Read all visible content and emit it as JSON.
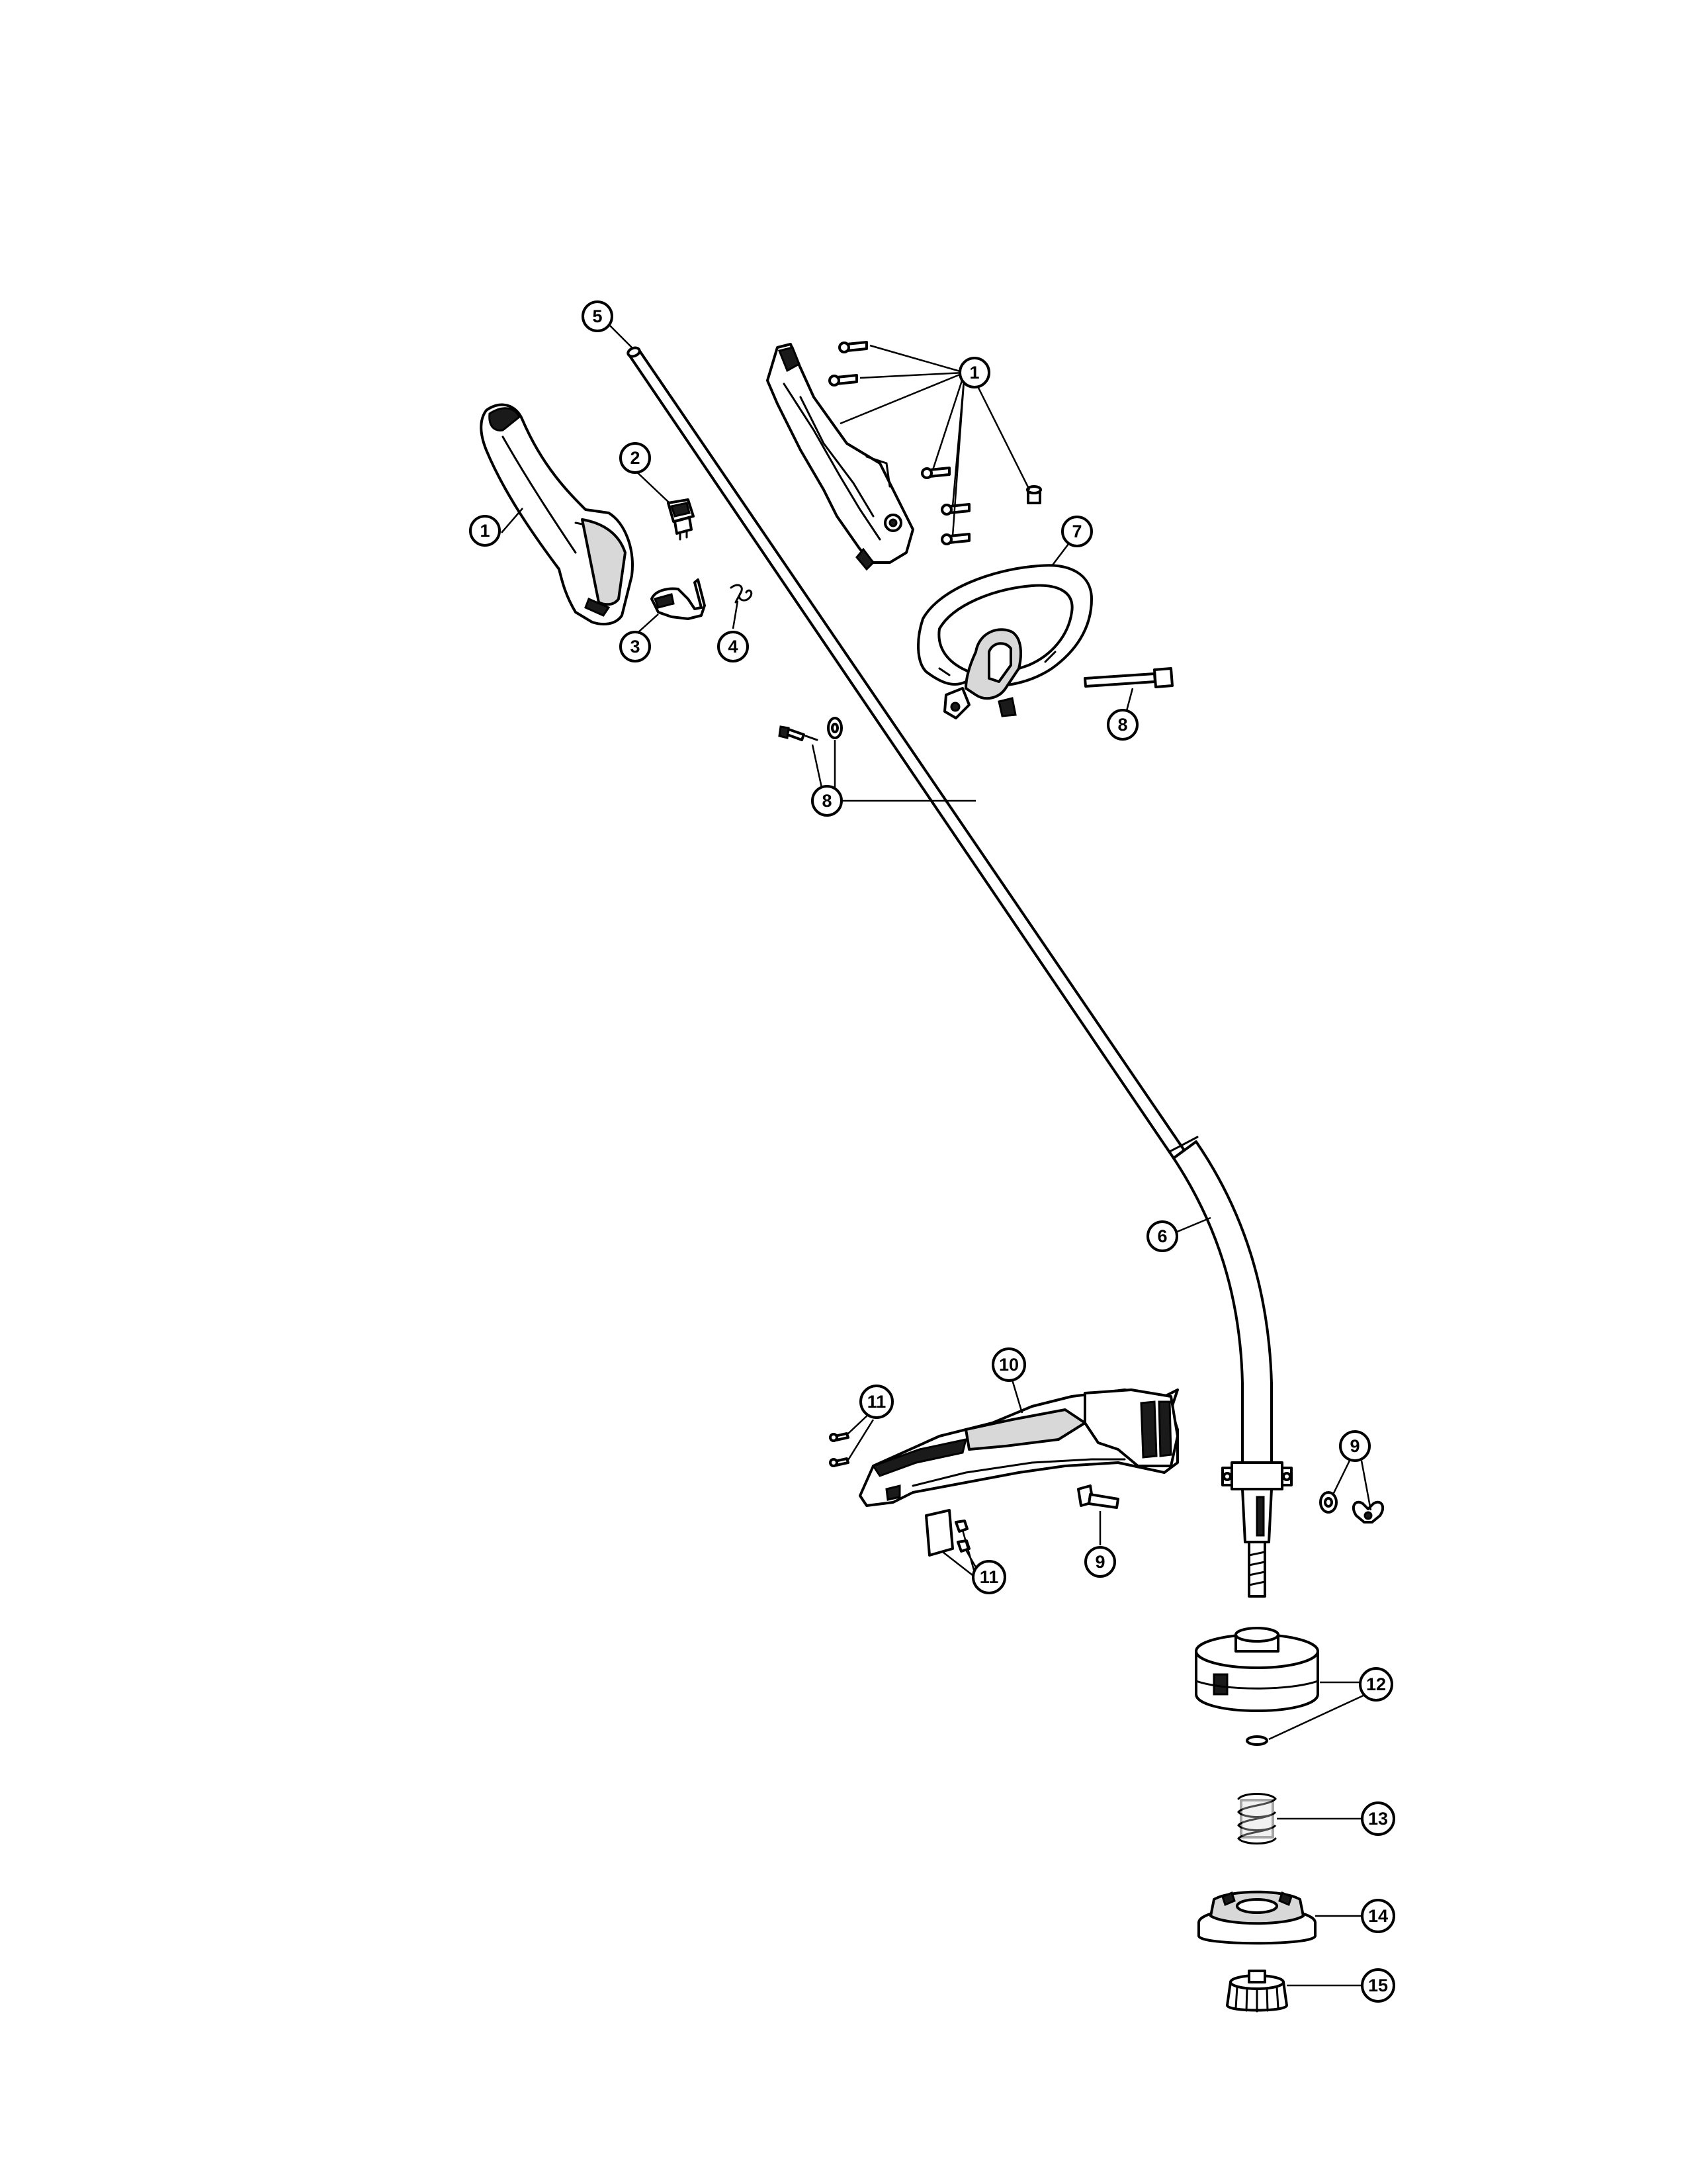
{
  "callouts": [
    {
      "id": "c1a",
      "label": "1"
    },
    {
      "id": "c1b",
      "label": "1"
    },
    {
      "id": "c2",
      "label": "2"
    },
    {
      "id": "c3",
      "label": "3"
    },
    {
      "id": "c4",
      "label": "4"
    },
    {
      "id": "c5",
      "label": "5"
    },
    {
      "id": "c6",
      "label": "6"
    },
    {
      "id": "c7",
      "label": "7"
    },
    {
      "id": "c8a",
      "label": "8"
    },
    {
      "id": "c8b",
      "label": "8"
    },
    {
      "id": "c9a",
      "label": "9"
    },
    {
      "id": "c9b",
      "label": "9"
    },
    {
      "id": "c10",
      "label": "10"
    },
    {
      "id": "c11a",
      "label": "11"
    },
    {
      "id": "c11b",
      "label": "11"
    },
    {
      "id": "c12",
      "label": "12"
    },
    {
      "id": "c13",
      "label": "13"
    },
    {
      "id": "c14",
      "label": "14"
    },
    {
      "id": "c15",
      "label": "15"
    }
  ],
  "colors": {
    "line": "#000000",
    "background": "#ffffff",
    "shade": "#d8d8d8"
  }
}
